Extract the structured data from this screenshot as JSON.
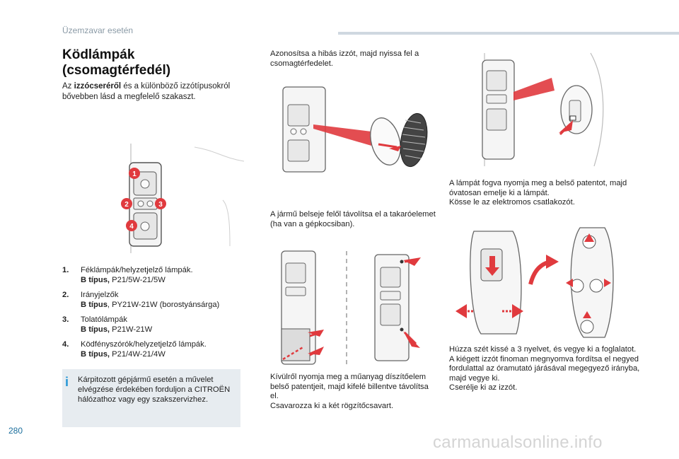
{
  "header": {
    "section": "Üzemzavar esetén",
    "page_number": "280"
  },
  "title": "Ködlámpák\n(csomagtérfedél)",
  "intro": {
    "prefix": "Az",
    "bold": "izzócseréről",
    "rest": "és a különböző izzótípusokról bővebben lásd a megfelelő szakaszt."
  },
  "callout_numbers": [
    "1",
    "2",
    "3",
    "4"
  ],
  "bulb_list": [
    {
      "num": "1.",
      "name": "Féklámpák/helyzetjelző lámpák.",
      "type_label": "B típus,",
      "type_value": "P21/5W-21/5W"
    },
    {
      "num": "2.",
      "name": "Irányjelzők",
      "type_label": "B típus",
      "type_value": ", PY21W-21W (borostyánsárga)"
    },
    {
      "num": "3.",
      "name": "Tolatólámpák",
      "type_label": "B típus,",
      "type_value": "P21W-21W"
    },
    {
      "num": "4.",
      "name": "Ködfényszórók/helyzetjelző lámpák.",
      "type_label": "B típus,",
      "type_value": "P21/4W-21/4W"
    }
  ],
  "note": {
    "icon": "info-i-icon",
    "text": "Kárpitozott gépjármű esetén a művelet elvégzése érdekében forduljon a CITROËN hálózathoz vagy egy szakszervizhez."
  },
  "steps": {
    "bullet_symbol": "",
    "col2_a": [
      "Azonosítsa a hibás izzót, majd nyissa fel a csomagtérfedelet."
    ],
    "col2_b": [
      "A jármű belseje felől távolítsa el a takaróelemet (ha van a gépkocsiban)."
    ],
    "col2_c": [
      "Kívülről nyomja meg a műanyag díszítőelem belső patentjeit, majd kifelé billentve távolítsa el.",
      "Csavarozza ki a két rögzítőcsavart."
    ],
    "col3_a": [
      "A lámpát fogva nyomja meg a belső patentot, majd óvatosan emelje ki a lámpát.",
      "Kösse le az elektromos csatlakozót."
    ],
    "col3_b": [
      "Húzza szét kissé a 3 nyelvet, és vegye ki a foglalatot.",
      "A kiégett izzót finoman megnyomva fordítsa el negyed fordulattal az óramutató járásával megegyező irányba, majd vegye ki.",
      "Cserélje ki az izzót."
    ]
  },
  "watermark": "carmanualsonline.info",
  "colors": {
    "accent_red": "#e03a3e",
    "line_gray": "#9a9a9a",
    "note_bg": "#e7ecf0",
    "info_blue": "#2496d6"
  }
}
